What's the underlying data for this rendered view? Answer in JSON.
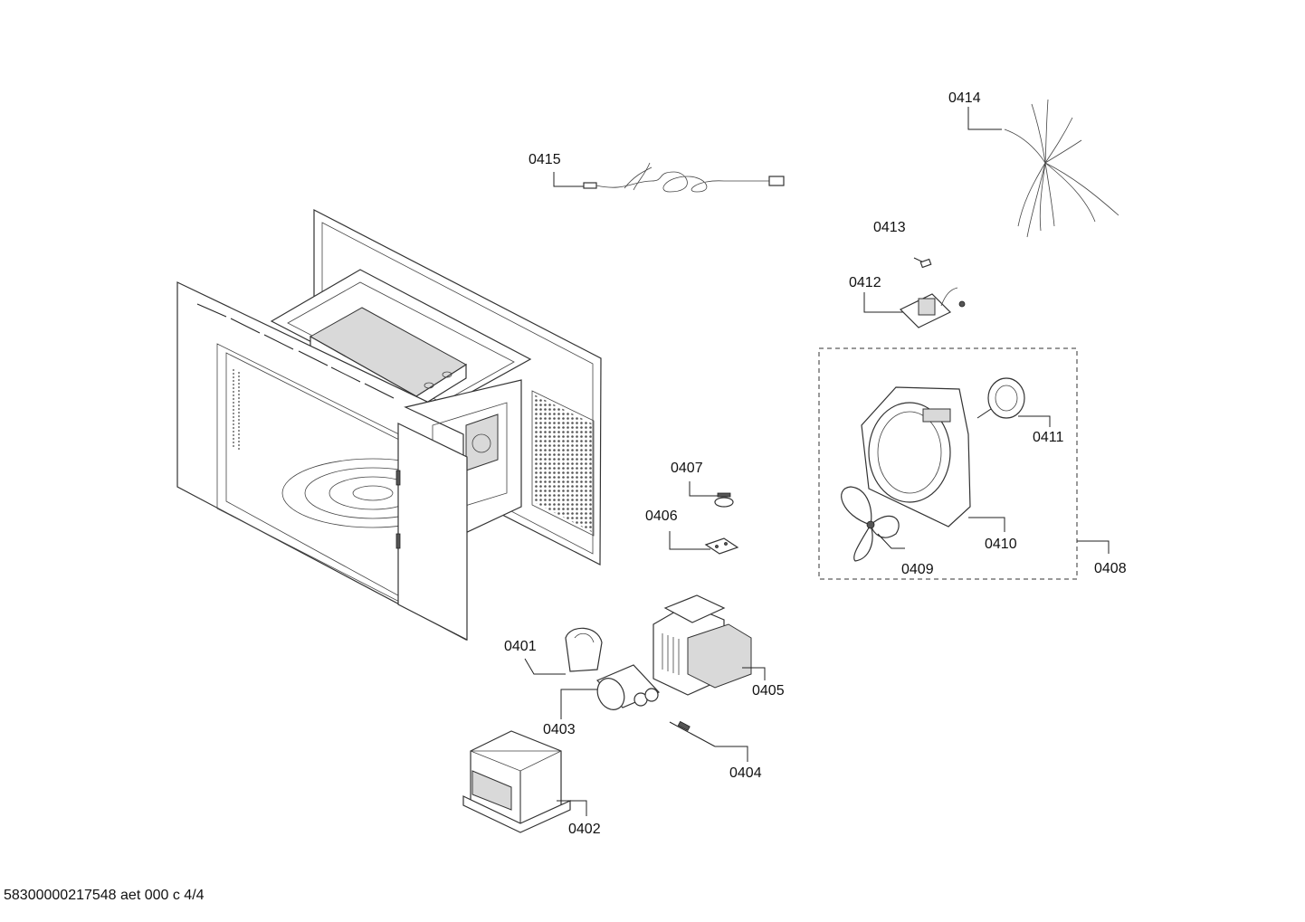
{
  "labels": {
    "p0401": "0401",
    "p0402": "0402",
    "p0403": "0403",
    "p0404": "0404",
    "p0405": "0405",
    "p0406": "0406",
    "p0407": "0407",
    "p0408": "0408",
    "p0409": "0409",
    "p0410": "0410",
    "p0411": "0411",
    "p0412": "0412",
    "p0413": "0413",
    "p0414": "0414",
    "p0415": "0415"
  },
  "footer": "58300000217548 aet 000 c 4/4"
}
